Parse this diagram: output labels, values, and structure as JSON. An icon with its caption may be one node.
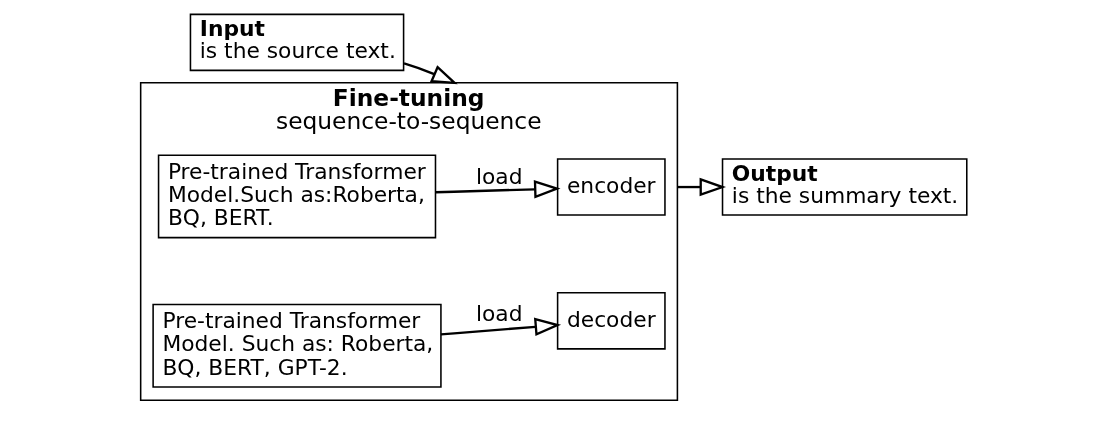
{
  "diagram": {
    "nodes": [
      {
        "text": [
          "Input",
          "is the source text."
        ]
      },
      {
        "text": [
          "Fine-tuning",
          "sequence-to-sequence"
        ]
      },
      {
        "text": [
          "encoder"
        ],
        "in": 1
      },
      {
        "text": [
          "Pre-trained Transformer Model.Such as:Roberta, BQ, BERT."
        ],
        "in": 1
      },
      {
        "text": [
          "decoder"
        ],
        "in": 1
      },
      {
        "text": [
          "Pre-trained Transformer Model. Such as: Roberta, BQ, BERT, GPT-2."
        ],
        "in": 1
      },
      {
        "text": [
          "Output",
          "is the summary text."
        ]
      }
    ],
    "edges": [
      {
        "from": 0,
        "to": 1,
        "arrow": "to"
      },
      {
        "from": 3,
        "to": 2,
        "label": "load",
        "arrow": "to"
      },
      {
        "from": 5,
        "to": 4,
        "label": "load",
        "arrow": "to"
      },
      {
        "from": 1,
        "to": 6,
        "arrow": "to"
      }
    ]
  }
}
